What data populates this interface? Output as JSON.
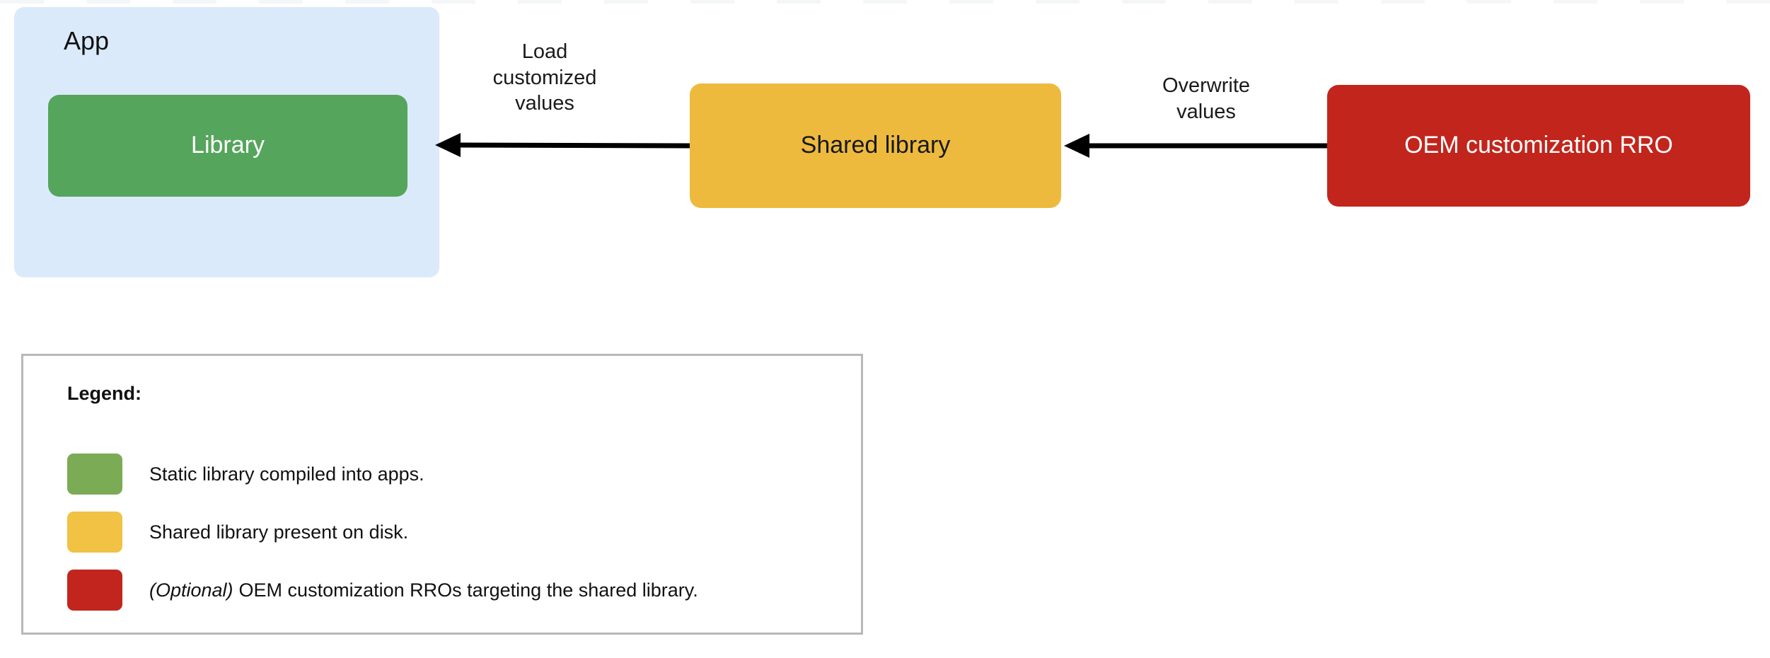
{
  "diagram": {
    "app_group": {
      "title": "App"
    },
    "nodes": [
      {
        "id": "library",
        "label": "Library",
        "color": "#55a55c"
      },
      {
        "id": "shared-library",
        "label": "Shared library",
        "color": "#eeba3e"
      },
      {
        "id": "oem-rro",
        "label": "OEM customization RRO",
        "color": "#c2251c"
      }
    ],
    "edges": [
      {
        "id": "shared-to-library",
        "label": "Load\ncustomized\nvalues",
        "from": "shared-library",
        "to": "library",
        "direction": "left"
      },
      {
        "id": "rro-to-shared",
        "label": "Overwrite\nvalues",
        "from": "oem-rro",
        "to": "shared-library",
        "direction": "left"
      }
    ]
  },
  "legend": {
    "title": "Legend:",
    "items": [
      {
        "color": "#7bab54",
        "optional_prefix": "",
        "text": "Static library compiled into apps."
      },
      {
        "color": "#f1c243",
        "optional_prefix": "",
        "text": "Shared library present on disk."
      },
      {
        "color": "#c1251d",
        "optional_prefix": "(Optional)",
        "text": "OEM customization RROs targeting the shared library."
      }
    ]
  },
  "colors": {
    "app_background": "#dbeafb",
    "green": "#55a55c",
    "yellow": "#eeba3e",
    "red": "#c2251c",
    "arrow": "#000000",
    "legend_border": "#b8b8b8"
  }
}
